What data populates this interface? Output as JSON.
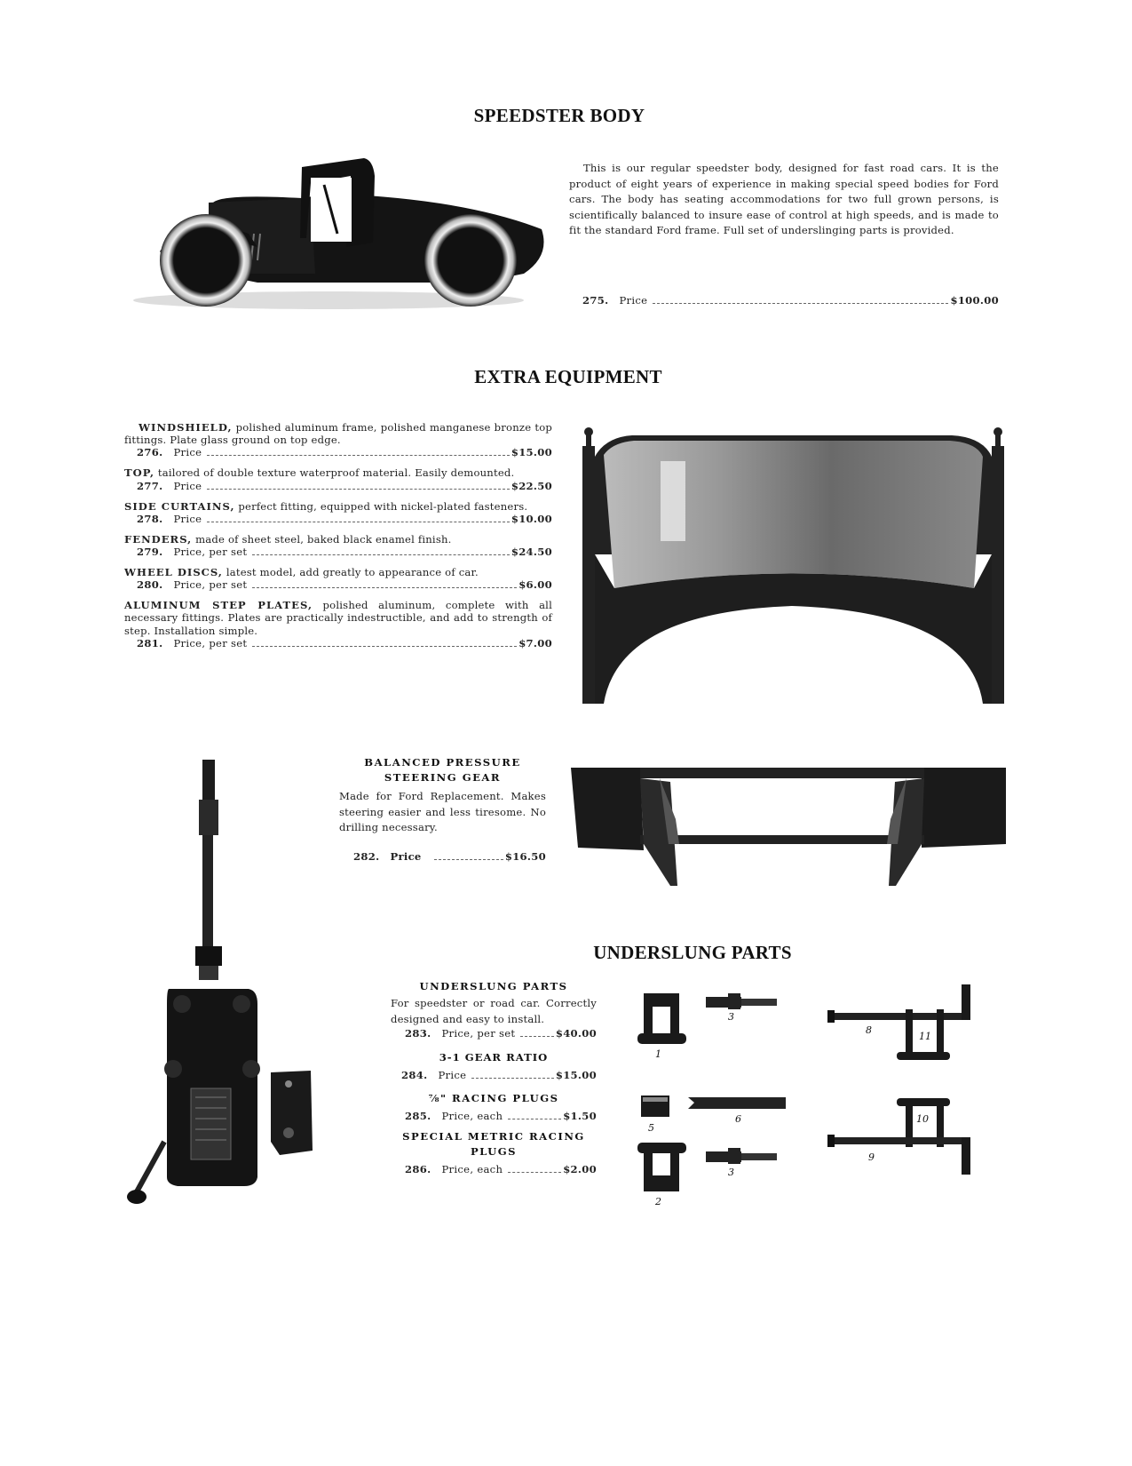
{
  "speedster": {
    "heading": "SPEEDSTER BODY",
    "description": "This is our regular speedster body, designed for fast road cars. It is the product of eight years of experience in making special speed bodies for Ford cars. The body has seating accommodations for two full grown persons, is scientifically balanced to insure ease of control at high speeds, and is made to fit the standard Ford frame. Full set of underslinging parts is provided.",
    "item_number": "275.",
    "price_label": "Price",
    "price": "$100.00",
    "image": "speedster-car-photo"
  },
  "extra_equipment": {
    "heading": "EXTRA EQUIPMENT",
    "items": [
      {
        "keyword": "WINDSHIELD,",
        "description": "polished aluminum frame, polished manganese bronze top fittings. Plate glass ground on top edge.",
        "number": "276.",
        "price_label": "Price",
        "price": "$15.00"
      },
      {
        "keyword": "TOP,",
        "description": "tailored of double texture waterproof material. Easily demounted.",
        "number": "277.",
        "price_label": "Price",
        "price": "$22.50"
      },
      {
        "keyword": "SIDE CURTAINS,",
        "description": "perfect fitting, equipped with nickel-plated fasteners.",
        "number": "278.",
        "price_label": "Price",
        "price": "$10.00"
      },
      {
        "keyword": "FENDERS,",
        "description": "made of sheet steel, baked black enamel finish.",
        "number": "279.",
        "price_label": "Price, per set",
        "price": "$24.50"
      },
      {
        "keyword": "WHEEL DISCS,",
        "description": "latest model, add greatly to appearance of car.",
        "number": "280.",
        "price_label": "Price, per set",
        "price": "$6.00"
      },
      {
        "keyword": "ALUMINUM STEP PLATES,",
        "description": "polished aluminum, complete with all necessary fittings. Plates are practically indestructible, and add to strength of step. Installation simple.",
        "number": "281.",
        "price_label": "Price, per set",
        "price": "$7.00"
      }
    ],
    "image": "windshield-photo"
  },
  "steering_gear": {
    "heading_line1": "BALANCED PRESSURE",
    "heading_line2": "STEERING GEAR",
    "description": "Made for Ford Replacement. Makes steering easier and less tiresome. No drilling necessary.",
    "number": "282.",
    "price_label": "Price",
    "price": "$16.50",
    "image": "steering-gear-photo",
    "frame_image": "fender-frame-photo"
  },
  "underslung": {
    "heading": "UNDERSLUNG PARTS",
    "items": [
      {
        "title": "UNDERSLUNG PARTS",
        "description": "For speedster or road car. Correctly designed and easy to install.",
        "number": "283.",
        "price_label": "Price, per set",
        "price": "$40.00"
      },
      {
        "title": "3-1 GEAR RATIO",
        "description": "",
        "number": "284.",
        "price_label": "Price",
        "price": "$15.00"
      },
      {
        "title": "⅞\" RACING PLUGS",
        "description": "",
        "number": "285.",
        "price_label": "Price, each",
        "price": "$1.50"
      },
      {
        "title": "SPECIAL METRIC RACING PLUGS",
        "description": "",
        "number": "286.",
        "price_label": "Price, each",
        "price": "$2.00"
      }
    ],
    "diagram_labels": [
      "1",
      "2",
      "3",
      "3",
      "5",
      "6",
      "8",
      "9",
      "10",
      "11"
    ]
  }
}
